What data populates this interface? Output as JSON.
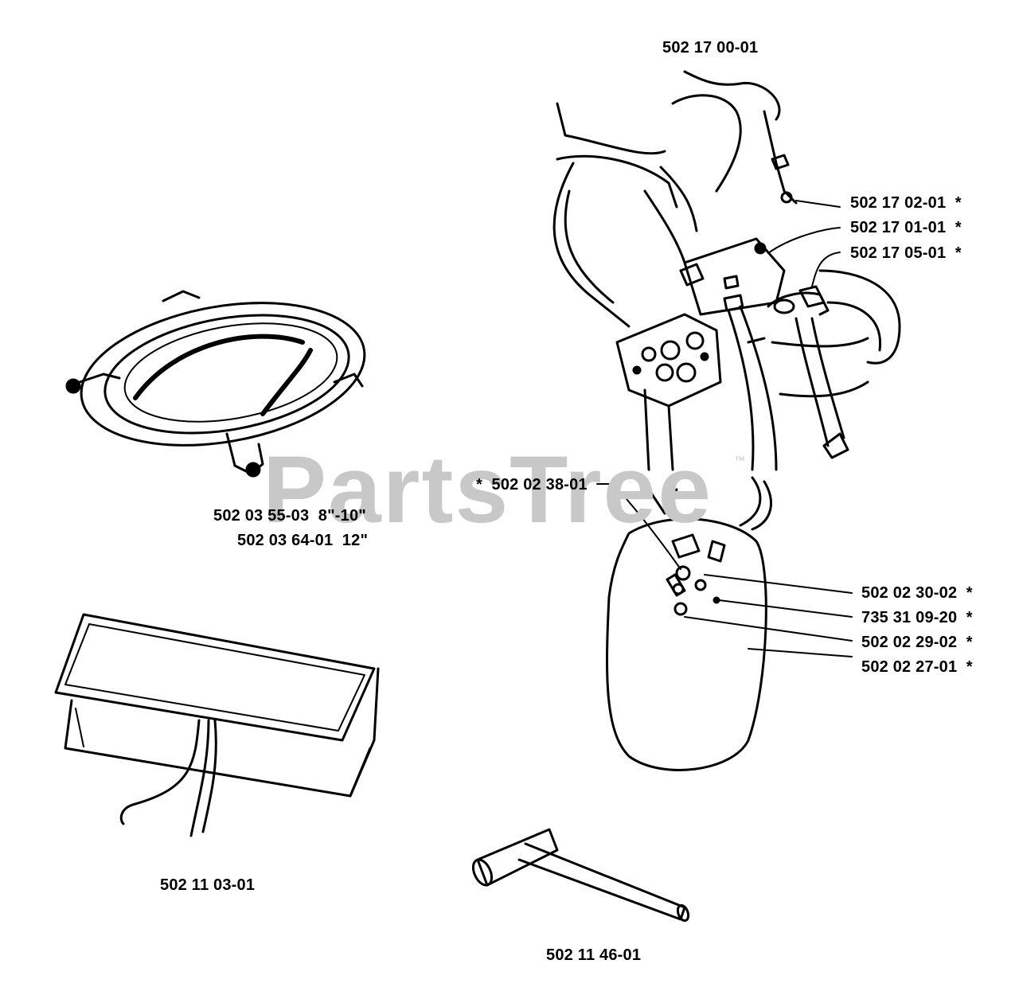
{
  "watermark": {
    "text": "PartsTree",
    "tm": "™",
    "color": "#c8c8c8"
  },
  "labels": {
    "harness_main": "502 17 00-01",
    "strap_buckle": "502 17 02-01  *",
    "harness_plate": "502 17 01-01  *",
    "hip_belt": "502 17 05-01  *",
    "snap_hook": "*  502 02 38-01",
    "hip_pad_clip": "502 02 30-02  *",
    "hip_pad_screw": "735 31 09-20  *",
    "hip_pad_nut": "502 02 29-02  *",
    "hip_pad": "502 02 27-01  *",
    "blade_guard_a": "502 03 55-03  8\"-10\"",
    "blade_guard_b": "502 03 64-01  12\"",
    "tool_bag": "502 11 03-01",
    "combination_wrench": "502 11 46-01"
  }
}
